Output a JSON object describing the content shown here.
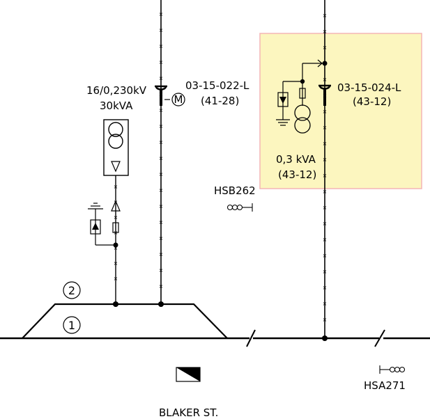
{
  "colors": {
    "highlight_fill": "#fcf6bf",
    "highlight_border": "#f4b5b5",
    "line": "#000000"
  },
  "labels": {
    "transformer_left_rating": "16/0,230kV",
    "transformer_left_power": "30kVA",
    "switch_left_id": "03-15-022-L",
    "switch_left_ref": "(41-28)",
    "motor_symbol": "M",
    "switch_right_id": "03-15-024-L",
    "switch_right_ref": "(43-12)",
    "transformer_right_power": "0,3 kVA",
    "transformer_right_ref": "(43-12)",
    "signal_upper": "HSB262",
    "signal_lower": "HSA271",
    "track_1": "1",
    "track_2": "2",
    "street_name": "BLAKER ST."
  }
}
